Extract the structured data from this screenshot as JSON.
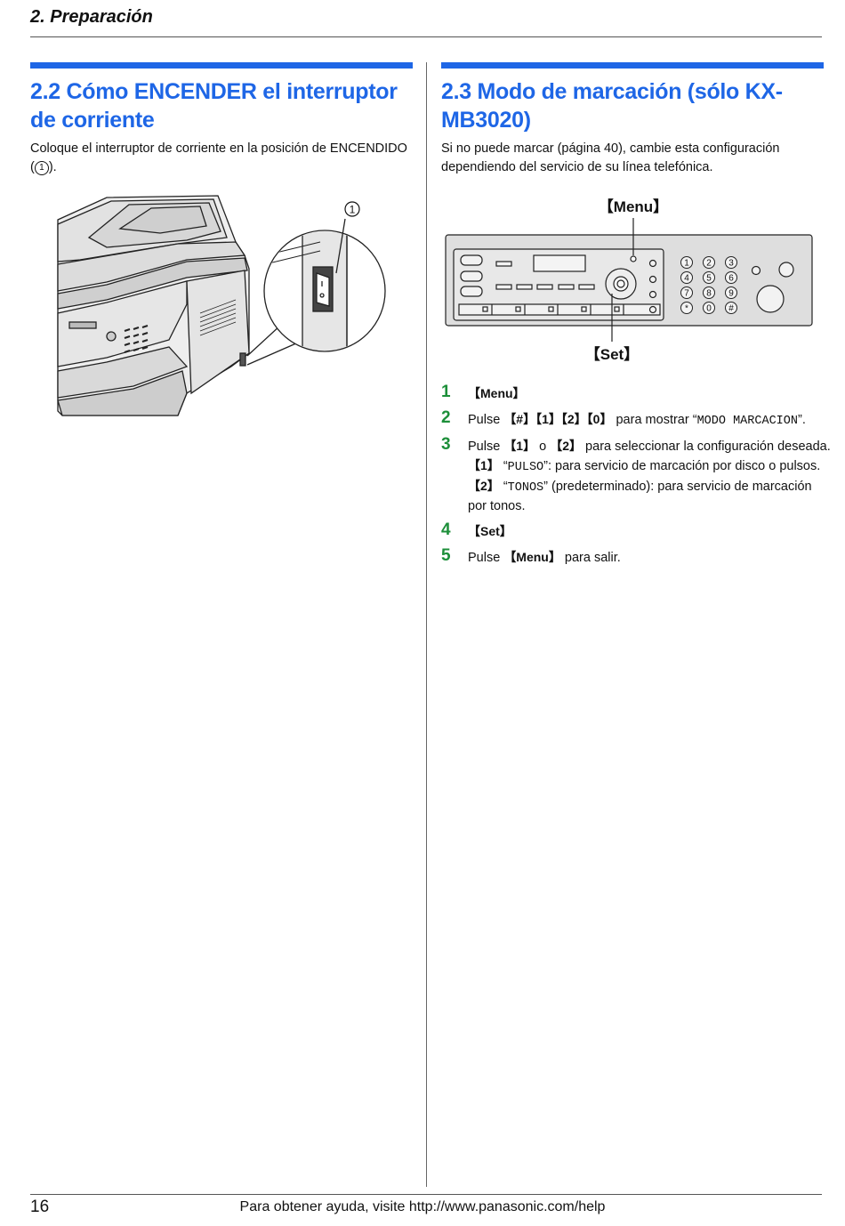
{
  "header": {
    "chapter": "2. Preparación"
  },
  "section_left": {
    "title": "2.2 Cómo ENCENDER el interruptor de corriente",
    "text_before": "Coloque el interruptor de corriente en la posición de ENCENDIDO (",
    "marker": "1",
    "text_after": ")."
  },
  "figure_left": {
    "callout": "1"
  },
  "section_right": {
    "title": "2.3 Modo de marcación (sólo KX-MB3020)",
    "text": "Si no puede marcar (página 40), cambie esta configuración dependiendo del servicio de su línea telefónica."
  },
  "figure_right": {
    "label_menu": "【Menu】",
    "label_set": "【Set】",
    "keypad": [
      "1",
      "2",
      "3",
      "4",
      "5",
      "6",
      "7",
      "8",
      "9",
      "*",
      "0",
      "#"
    ]
  },
  "steps": [
    {
      "num": "1",
      "key": "【Menu】"
    },
    {
      "num": "2",
      "pre": "Pulse ",
      "keys": "【#】【1】【2】【0】",
      "mid": " para mostrar “",
      "mono": "MODO MARCACION",
      "post": "”."
    },
    {
      "num": "3",
      "pre": "Pulse ",
      "key1": "【1】",
      "mid": " o ",
      "key2": "【2】",
      "post": " para seleccionar la configuración deseada.",
      "opt1_key": "【1】",
      "opt1_open": " “",
      "opt1_mono": "PULSO",
      "opt1_text": "”: para servicio de marcación por disco o pulsos.",
      "opt2_key": "【2】",
      "opt2_open": " “",
      "opt2_mono": "TONOS",
      "opt2_text": "” (predeterminado): para servicio de marcación por tonos."
    },
    {
      "num": "4",
      "key": "【Set】"
    },
    {
      "num": "5",
      "pre": "Pulse ",
      "key": "【Menu】",
      "post": " para salir."
    }
  ],
  "footer": {
    "page": "16",
    "text": "Para obtener ayuda, visite http://www.panasonic.com/help"
  }
}
